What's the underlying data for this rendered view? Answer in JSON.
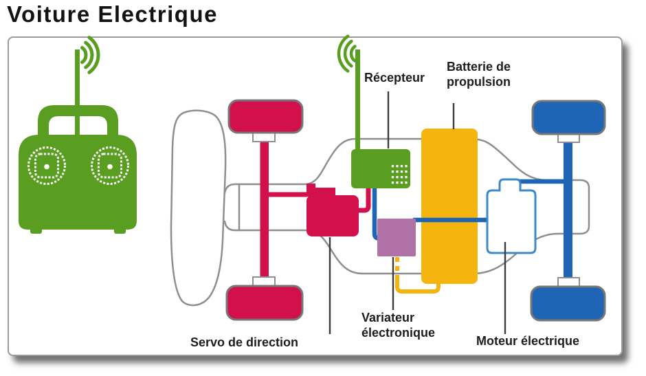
{
  "title": "Voiture Electrique",
  "labels": {
    "receiver": "Récepteur",
    "battery": "Batterie de\npropulsion",
    "servo": "Servo de direction",
    "esc": "Variateur\nélectronique",
    "motor": "Moteur électrique"
  },
  "palette": {
    "green": "#5a9e21",
    "red": "#d2104c",
    "yellow": "#f6b40e",
    "purple": "#b172a8",
    "blue": "#1e66b5",
    "blue_light": "#3f87c5",
    "outline_gray": "#8e8e8e",
    "wheel_outline": "#777777",
    "leader_gray": "#3c3c3c",
    "label_color": "#1d1d1d"
  },
  "components": {
    "transmitter": "remote control with antenna (green)",
    "receiver_box": "green box with pin grid",
    "battery_box": "yellow vertical block",
    "esc_box": "purple square",
    "servo_box": "red box linked to steering axle",
    "motor_box": "white box with blue outline",
    "front_axle_color": "#d2104c",
    "rear_axle_color": "#1e66b5"
  }
}
